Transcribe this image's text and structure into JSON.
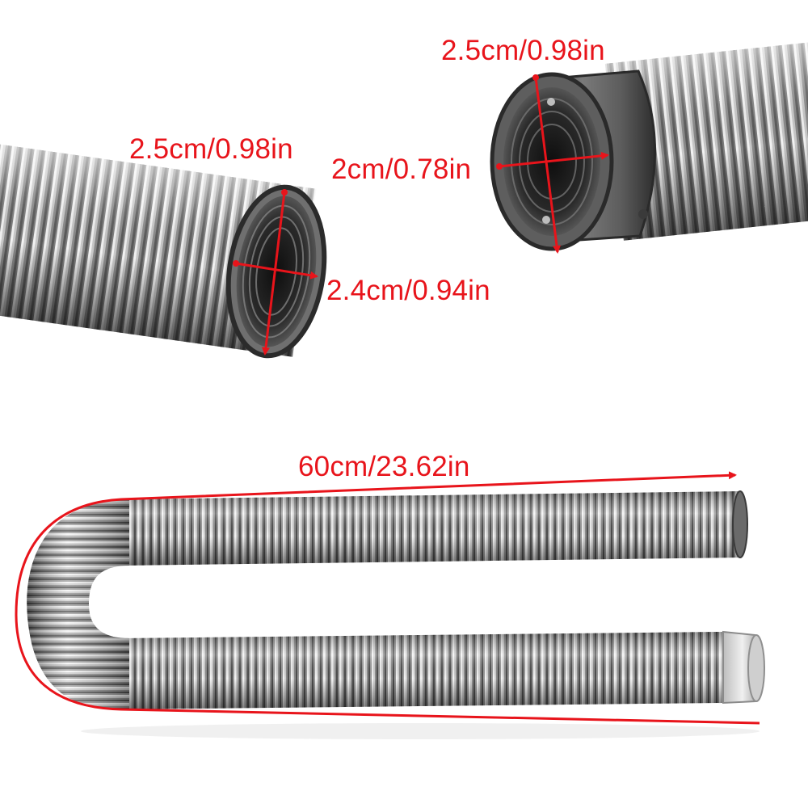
{
  "measurements": {
    "left_end_outer_diameter": "2.5cm/0.98in",
    "left_end_inner_diameter": "2.4cm/0.94in",
    "right_end_outer_diameter": "2.5cm/0.98in",
    "right_end_inner_diameter": "2cm/0.78in",
    "total_length": "60cm/23.62in"
  },
  "colors": {
    "annotation": "#e8141b",
    "background": "#ffffff",
    "metal_light": "#e2e2e2",
    "metal_dark": "#4a4a4a"
  }
}
